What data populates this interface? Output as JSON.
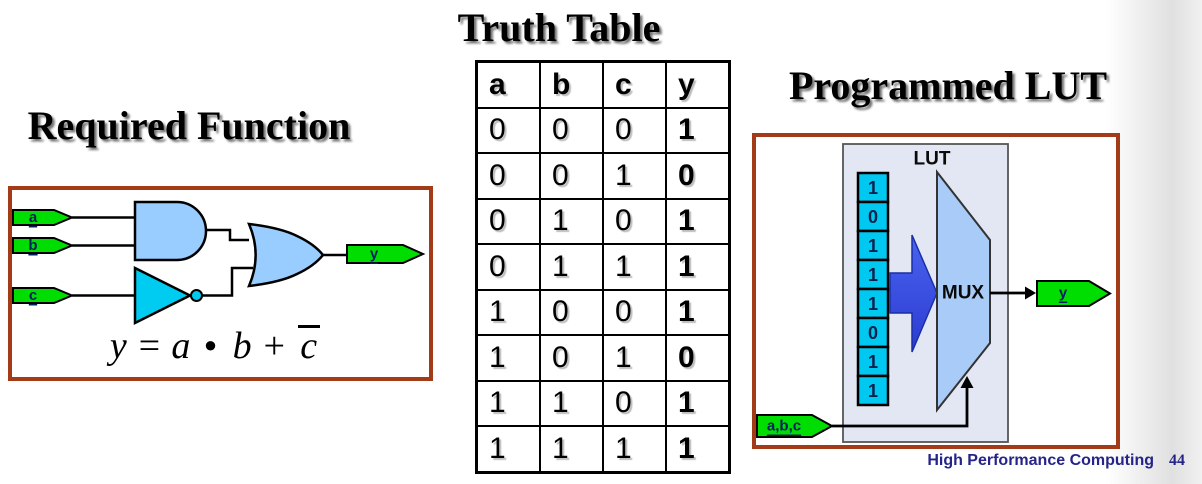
{
  "slide": {
    "footer": {
      "label": "High Performance Computing",
      "page_number": "44"
    }
  },
  "required_function": {
    "title": "Required Function",
    "input_a": "a",
    "input_b": "b",
    "input_c": "c",
    "output_y": "y",
    "equation": {
      "lhs": "y = a",
      "dot": "●",
      "mid": "b +",
      "overlined_var": "c"
    }
  },
  "truth_table": {
    "title": "Truth Table",
    "headers": [
      "a",
      "b",
      "c",
      "y"
    ],
    "rows": [
      [
        "0",
        "0",
        "0",
        "1"
      ],
      [
        "0",
        "0",
        "1",
        "0"
      ],
      [
        "0",
        "1",
        "0",
        "1"
      ],
      [
        "0",
        "1",
        "1",
        "1"
      ],
      [
        "1",
        "0",
        "0",
        "1"
      ],
      [
        "1",
        "0",
        "1",
        "0"
      ],
      [
        "1",
        "1",
        "0",
        "1"
      ],
      [
        "1",
        "1",
        "1",
        "1"
      ]
    ]
  },
  "programmed_lut": {
    "title": "Programmed LUT",
    "lut_label": "LUT",
    "mux_label": "MUX",
    "input_label": "a,b,c",
    "output_label": "y",
    "memory_cells": [
      "1",
      "0",
      "1",
      "1",
      "1",
      "0",
      "1",
      "1"
    ]
  },
  "colors": {
    "border_brown": "#A33B18",
    "tag_green": "#00DD00",
    "gate_blue": "#99CCFF",
    "inverter_cyan": "#00CCF2",
    "cell_cyan": "#00C8F0",
    "arrow_blue": "#3B52E6",
    "mux_blue": "#A9CBF7",
    "panel_blue": "#E2E7F3",
    "label_navy": "#002060",
    "footer_navy": "#242489"
  }
}
